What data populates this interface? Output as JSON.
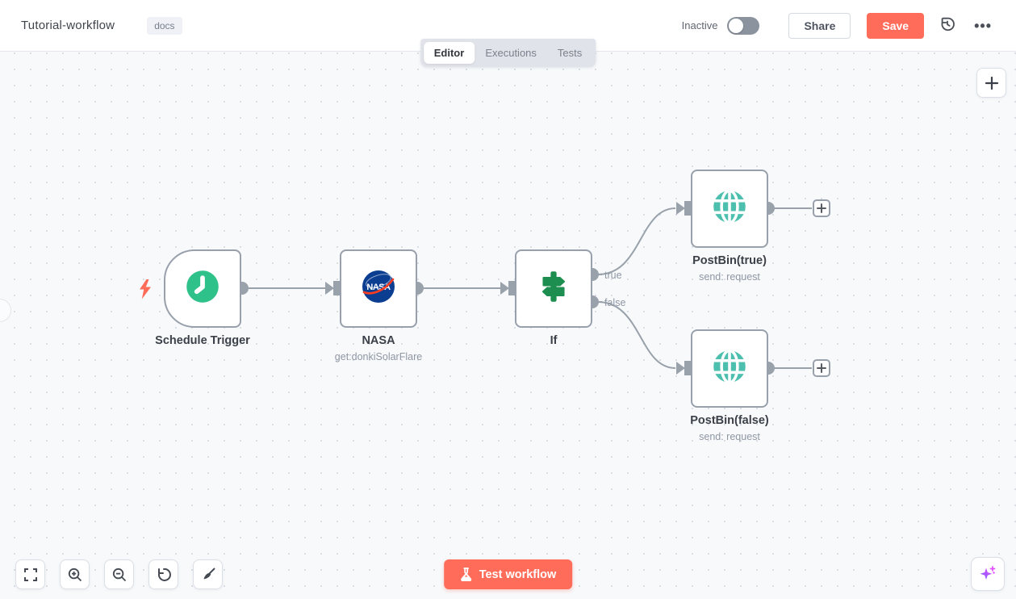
{
  "colors": {
    "accent": "#ff6d5a",
    "canvas-bg": "#f7f9fb",
    "node-border": "#98a0ab",
    "connection": "#99a1ab",
    "text-dark": "#3c4048",
    "text-gray": "#8f97a4",
    "trigger-green": "#2fc18a",
    "if-green": "#1d8e4f",
    "globe-teal": "#4cbfae"
  },
  "header": {
    "title": "Tutorial-workflow",
    "tag": "docs",
    "status": "Inactive",
    "share": "Share",
    "save": "Save",
    "more_icon": "•••"
  },
  "tabs": [
    {
      "label": "Editor",
      "active": true
    },
    {
      "label": "Executions",
      "active": false
    },
    {
      "label": "Tests",
      "active": false
    }
  ],
  "workflow": {
    "nodes": [
      {
        "name": "Schedule Trigger",
        "subtitle": "",
        "icon": "clock-icon"
      },
      {
        "name": "NASA",
        "subtitle": "get:donkiSolarFlare",
        "icon": "nasa-logo-icon"
      },
      {
        "name": "If",
        "subtitle": "",
        "icon": "signpost-icon"
      },
      {
        "name": "PostBin(true)",
        "subtitle": "send: request",
        "icon": "globe-icon"
      },
      {
        "name": "PostBin(false)",
        "subtitle": "send: request",
        "icon": "globe-icon"
      }
    ],
    "branch_labels": {
      "true": "true",
      "false": "false"
    }
  },
  "footer": {
    "test_button": "Test workflow"
  }
}
